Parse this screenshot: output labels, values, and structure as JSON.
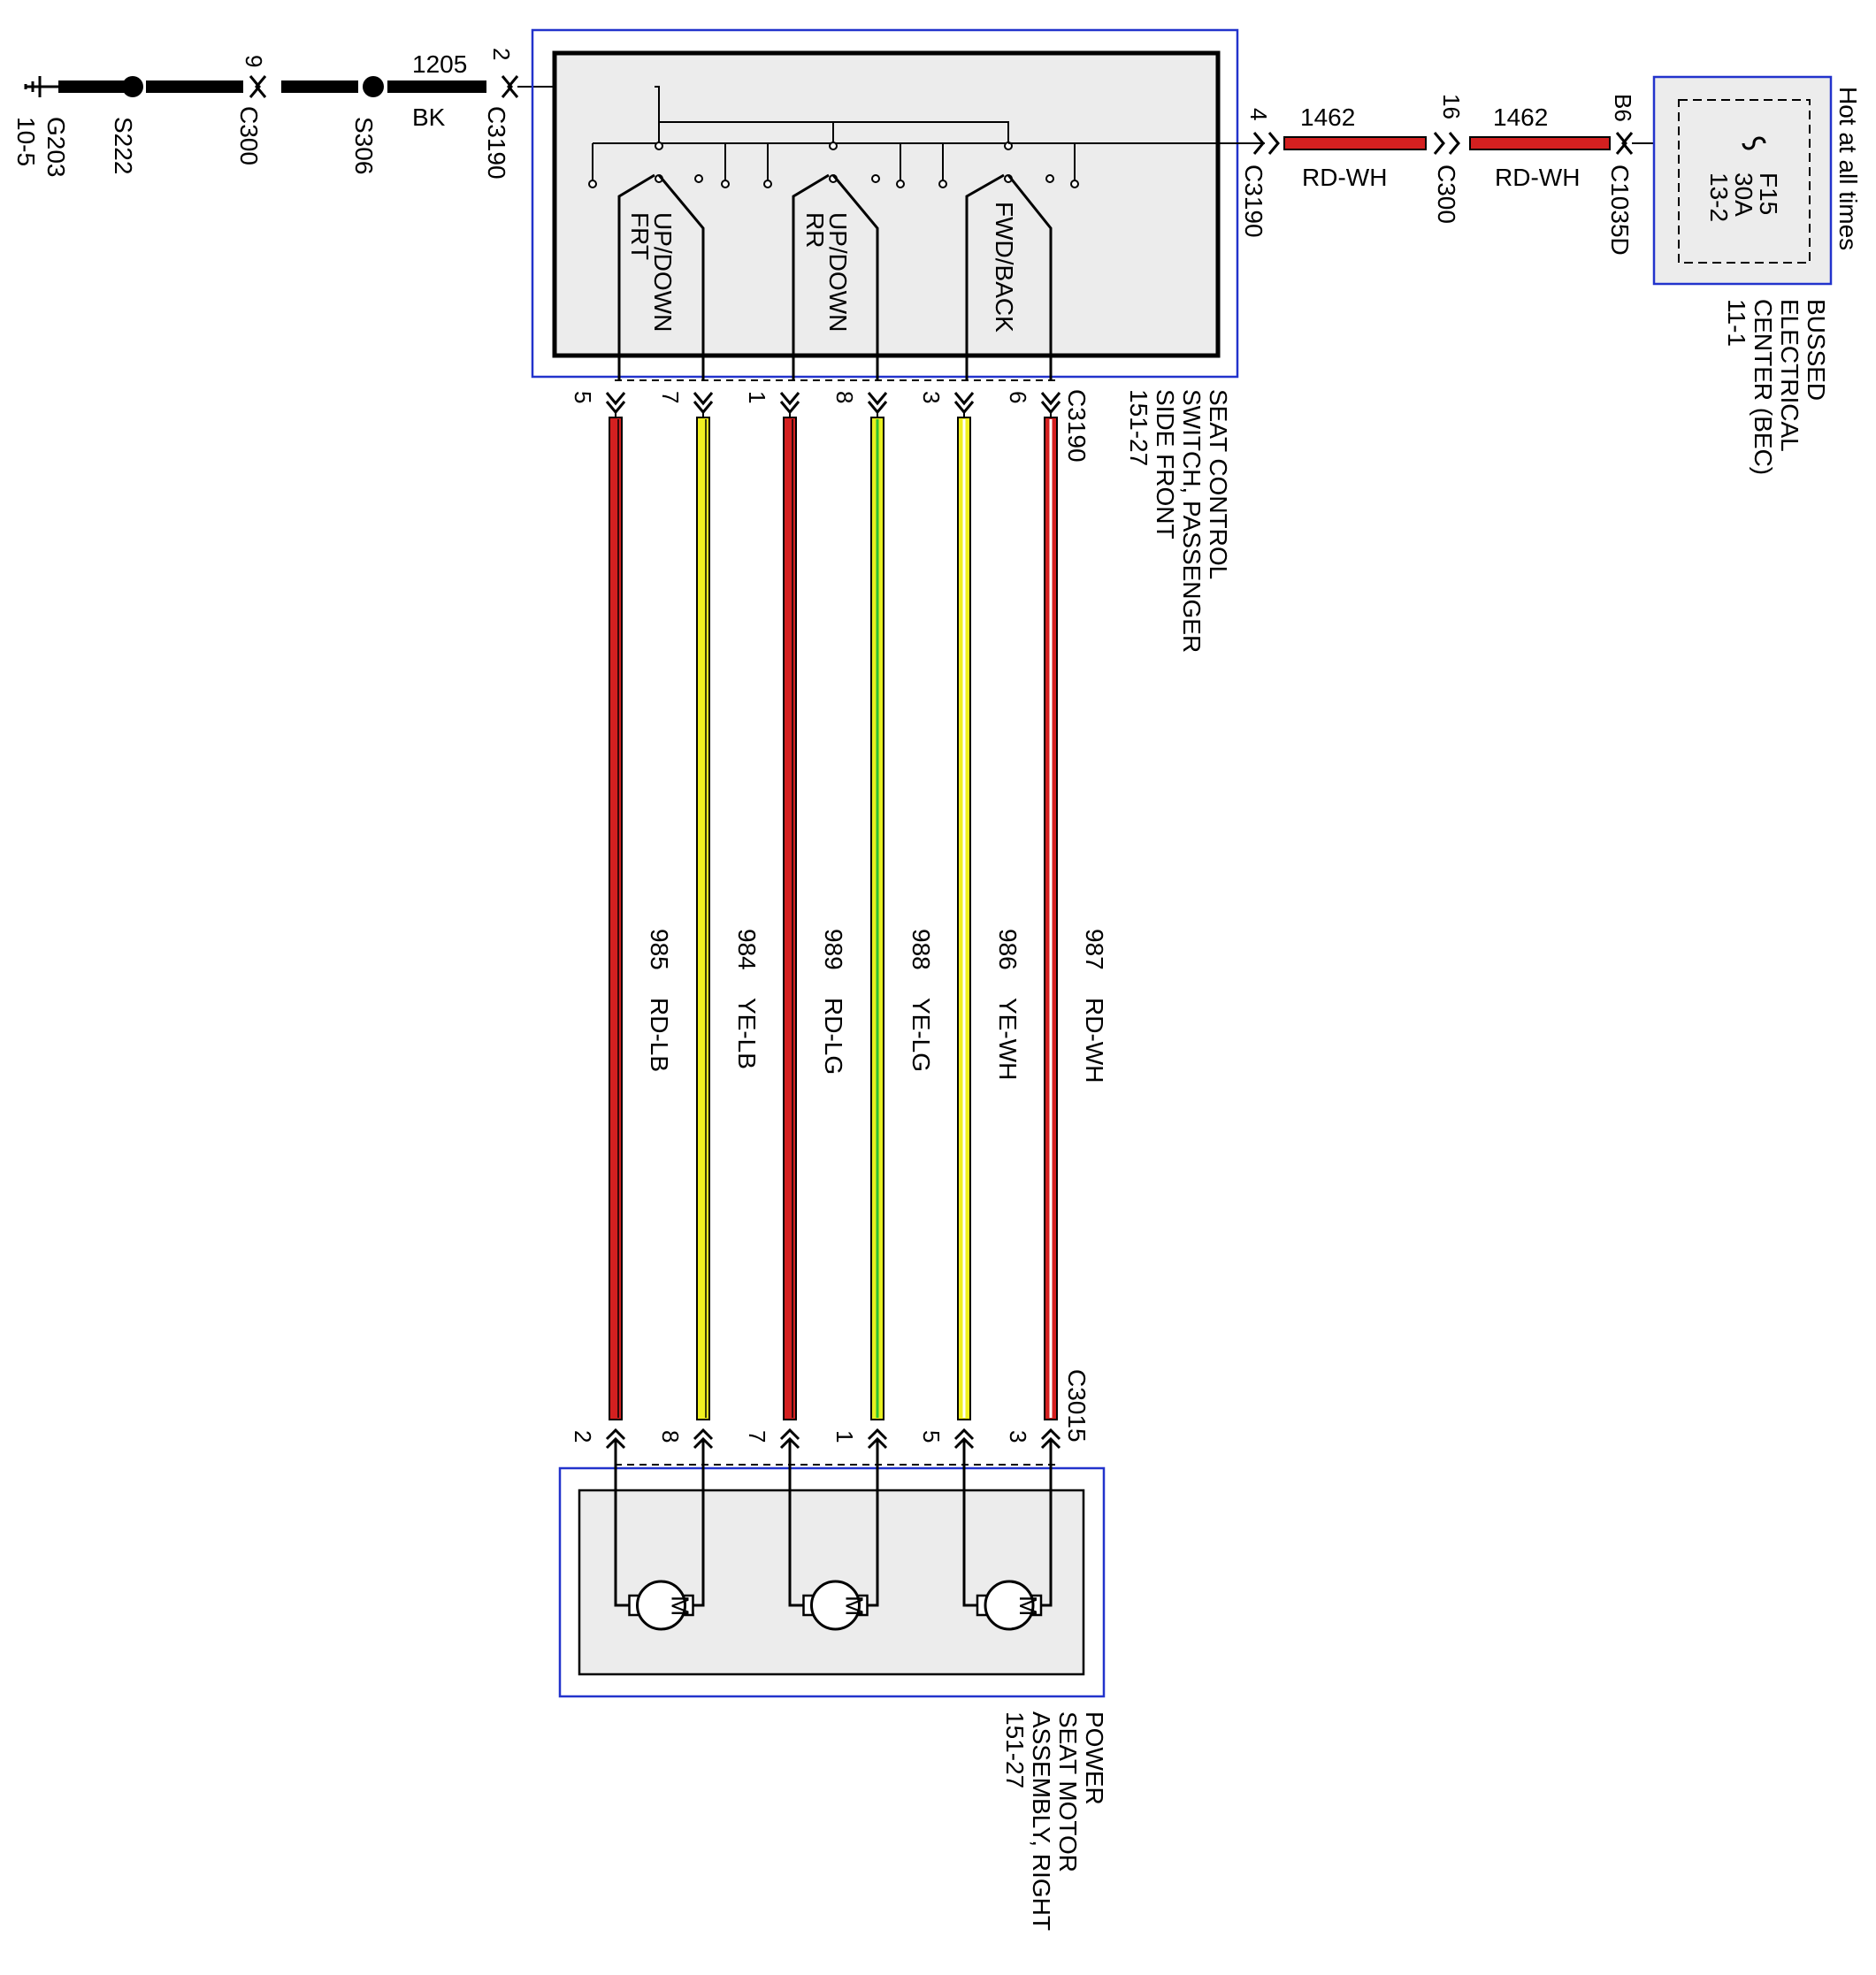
{
  "ground": {
    "name": "G203",
    "page": "10-5"
  },
  "ground_path": {
    "splice1": "S222",
    "connector1": {
      "name": "C300",
      "pin": "9"
    },
    "splice2": "S306",
    "circuit": "1205",
    "color": "BK",
    "switch_pin": "2",
    "switch_connector": "C3190"
  },
  "power_path": {
    "switch_pin": "4",
    "switch_connector": "C3190",
    "segment1": {
      "circuit": "1462",
      "color": "RD-WH"
    },
    "mid_connector": {
      "name": "C300",
      "pin": "16"
    },
    "segment2": {
      "circuit": "1462",
      "color": "RD-WH"
    },
    "bec_connector": {
      "name": "C1035D",
      "pin": "B6"
    }
  },
  "fuse": {
    "id": "F15",
    "rating": "30A",
    "page": "13-2"
  },
  "hot_label": "Hot at all times",
  "bec": {
    "line1": "BUSSED",
    "line2": "ELECTRICAL",
    "line3": "CENTER (BEC)",
    "page": "11-1"
  },
  "switch": {
    "line1": "SEAT CONTROL",
    "line2": "SWITCH, PASSENGER",
    "line3": "SIDE FRONT",
    "page": "151-27",
    "connector": "C3190",
    "sections": [
      {
        "line1": "UP/DOWN",
        "line2": "FRT"
      },
      {
        "line1": "UP/DOWN",
        "line2": "RR"
      },
      {
        "line1": "FWD/BACK",
        "line2": ""
      }
    ]
  },
  "motor_assembly": {
    "line1": "POWER",
    "line2": "SEAT MOTOR",
    "line3": "ASSEMBLY, RIGHT",
    "page": "151-27",
    "connector": "C3015",
    "motor_symbol": "M"
  },
  "wires": [
    {
      "circuit": "985",
      "color_code": "RD-LB",
      "top_pin": "5",
      "bottom_pin": "2",
      "color": "#d42020",
      "stripe": "#000000"
    },
    {
      "circuit": "984",
      "color_code": "YE-LB",
      "top_pin": "7",
      "bottom_pin": "8",
      "color": "#f0f020",
      "stripe": "#000000"
    },
    {
      "circuit": "989",
      "color_code": "RD-LG",
      "top_pin": "1",
      "bottom_pin": "7",
      "color": "#d42020",
      "stripe": "#000000"
    },
    {
      "circuit": "988",
      "color_code": "YE-LG",
      "top_pin": "8",
      "bottom_pin": "1",
      "color": "#e8f020",
      "stripe": "#30c030"
    },
    {
      "circuit": "986",
      "color_code": "YE-WH",
      "top_pin": "3",
      "bottom_pin": "5",
      "color": "#f0f020",
      "stripe": "#ffffff"
    },
    {
      "circuit": "987",
      "color_code": "RD-WH",
      "top_pin": "6",
      "bottom_pin": "3",
      "color": "#d42020",
      "stripe": "#ffffff"
    }
  ],
  "colors": {
    "frame_blue": "#2233cc",
    "box_fill": "#ececec",
    "red_wire": "#d42020"
  }
}
